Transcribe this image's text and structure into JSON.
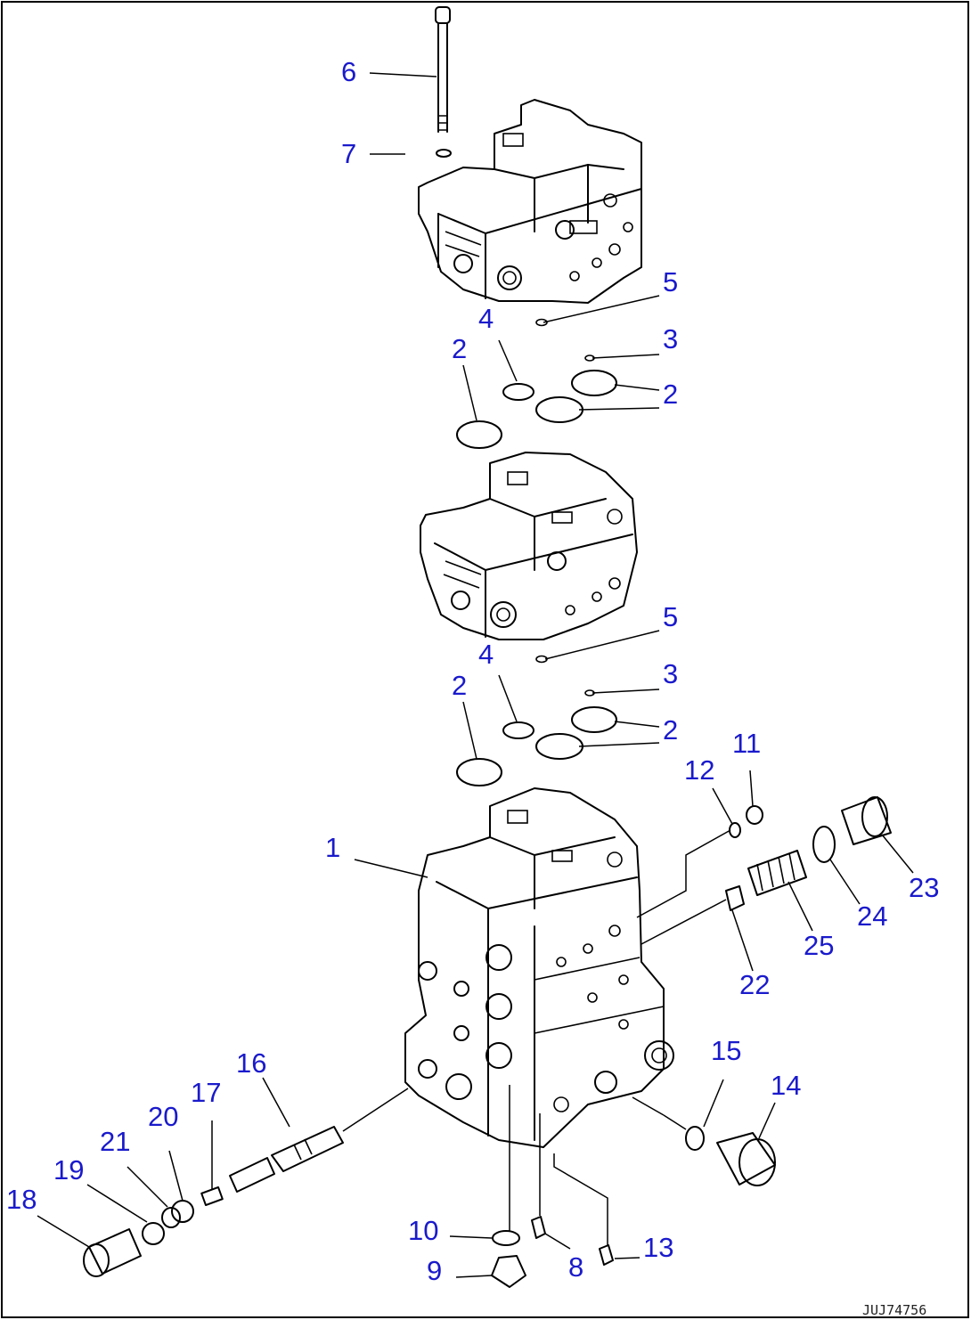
{
  "diagram": {
    "figure_code": "JUJ74756",
    "colors": {
      "callout": "#1a1acc",
      "linework": "#000000",
      "background": "#ffffff"
    },
    "callouts": [
      {
        "id": "c6a",
        "label": "6"
      },
      {
        "id": "c7a",
        "label": "7"
      },
      {
        "id": "c5a",
        "label": "5"
      },
      {
        "id": "c4a",
        "label": "4"
      },
      {
        "id": "c3a",
        "label": "3"
      },
      {
        "id": "c2a",
        "label": "2"
      },
      {
        "id": "c2b",
        "label": "2"
      },
      {
        "id": "c5b",
        "label": "5"
      },
      {
        "id": "c4b",
        "label": "4"
      },
      {
        "id": "c3b",
        "label": "3"
      },
      {
        "id": "c2c",
        "label": "2"
      },
      {
        "id": "c2d",
        "label": "2"
      },
      {
        "id": "c11",
        "label": "11"
      },
      {
        "id": "c12",
        "label": "12"
      },
      {
        "id": "c1",
        "label": "1"
      },
      {
        "id": "c23",
        "label": "23"
      },
      {
        "id": "c24",
        "label": "24"
      },
      {
        "id": "c25",
        "label": "25"
      },
      {
        "id": "c22",
        "label": "22"
      },
      {
        "id": "c15",
        "label": "15"
      },
      {
        "id": "c14",
        "label": "14"
      },
      {
        "id": "c16",
        "label": "16"
      },
      {
        "id": "c17",
        "label": "17"
      },
      {
        "id": "c20",
        "label": "20"
      },
      {
        "id": "c21",
        "label": "21"
      },
      {
        "id": "c19",
        "label": "19"
      },
      {
        "id": "c18",
        "label": "18"
      },
      {
        "id": "c10",
        "label": "10"
      },
      {
        "id": "c9",
        "label": "9"
      },
      {
        "id": "c8",
        "label": "8"
      },
      {
        "id": "c13",
        "label": "13"
      }
    ]
  }
}
